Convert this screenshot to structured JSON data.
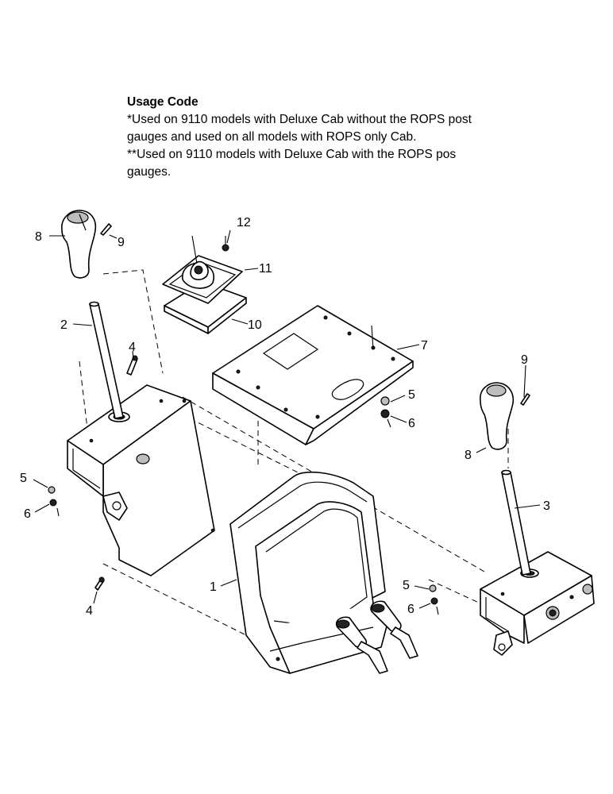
{
  "usage_code": {
    "heading": "Usage Code",
    "line1": "*Used on 9110 models with Deluxe Cab without the ROPS post",
    "line2": "gauges and used on all models with ROPS only Cab.",
    "line3": "**Used on 9110 models with Deluxe Cab with the ROPS pos",
    "line4": "gauges."
  },
  "callouts": {
    "c1": "1",
    "c2": "2",
    "c3": "3",
    "c4_top": "4",
    "c4_bottom": "4",
    "c5_left": "5",
    "c5_middle": "5",
    "c5_right": "5",
    "c6_left": "6",
    "c6_middle": "6",
    "c6_right": "6",
    "c7": "7",
    "c8_left": "8",
    "c8_right": "8",
    "c9_left": "9",
    "c9_right": "9",
    "c10": "10",
    "c11": "11",
    "c12": "12"
  }
}
